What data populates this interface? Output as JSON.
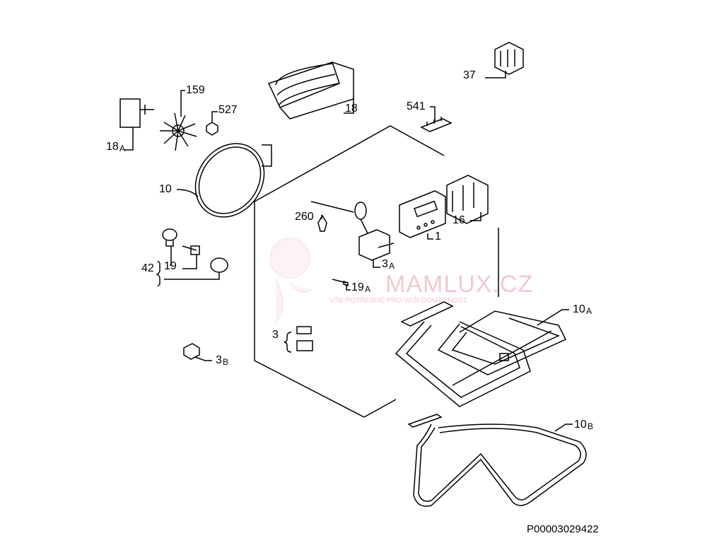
{
  "watermark": {
    "brand": "MAMLUX.CZ",
    "tagline": "VŠE POTŘEBNÉ PRO VAŠI DOMÁCNOST"
  },
  "labels": {
    "p37": "37",
    "p18": "18",
    "p159": "159",
    "p527": "527",
    "p18a_num": "18",
    "p18a_suffix": "A",
    "p541": "541",
    "p10": "10",
    "p260": "260",
    "p1": "1",
    "p16": "16",
    "p3a_num": "3",
    "p3a_suffix": "A",
    "p42": "42",
    "p19": "19",
    "p19a_num": "19",
    "p19a_suffix": "A",
    "p10a_num": "10",
    "p10a_suffix": "A",
    "p3": "3",
    "p3b_num": "3",
    "p3b_suffix": "B",
    "p10b_num": "10",
    "p10b_suffix": "B"
  },
  "diagram_code": "P00003029422"
}
